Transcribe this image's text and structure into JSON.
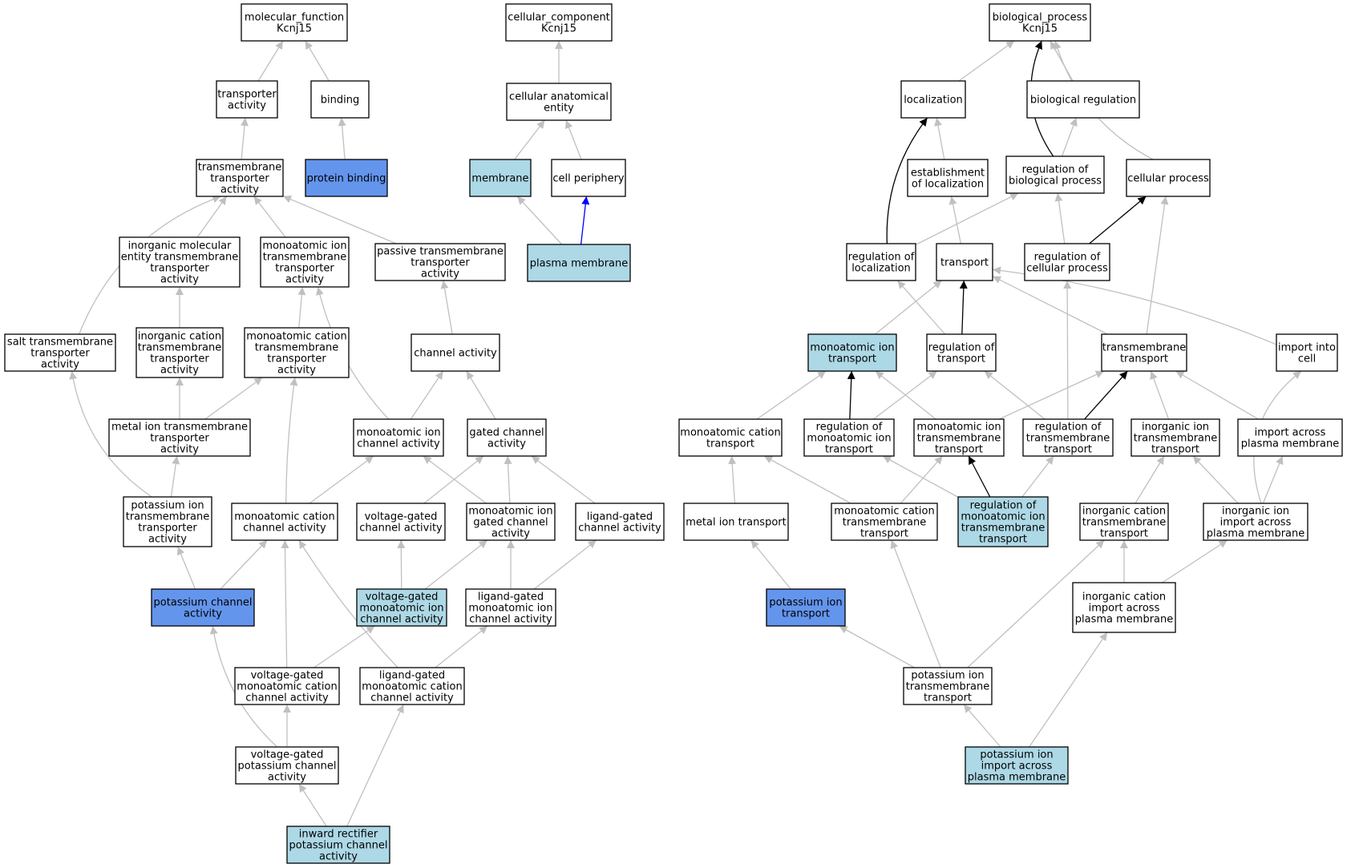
{
  "colors": {
    "white": "#ffffff",
    "light": "#add8e6",
    "dark": "#6495ed",
    "edge_gray": "#c0c0c0",
    "edge_black": "#000000",
    "edge_blue": "#0000ff"
  },
  "nodes": [
    {
      "id": "mf",
      "label": "molecular_function\nKcnj15",
      "fill": "white"
    },
    {
      "id": "cc",
      "label": "cellular_component\nKcnj15",
      "fill": "white"
    },
    {
      "id": "bp",
      "label": "biological_process\nKcnj15",
      "fill": "white"
    },
    {
      "id": "ta",
      "label": "transporter\nactivity",
      "fill": "white"
    },
    {
      "id": "bind",
      "label": "binding",
      "fill": "white"
    },
    {
      "id": "cae",
      "label": "cellular anatomical\nentity",
      "fill": "white"
    },
    {
      "id": "loc",
      "label": "localization",
      "fill": "white"
    },
    {
      "id": "breg",
      "label": "biological regulation",
      "fill": "white"
    },
    {
      "id": "tta",
      "label": "transmembrane\ntransporter\nactivity",
      "fill": "white"
    },
    {
      "id": "pb",
      "label": "protein binding",
      "fill": "dark"
    },
    {
      "id": "mem",
      "label": "membrane",
      "fill": "light"
    },
    {
      "id": "cp",
      "label": "cell periphery",
      "fill": "white"
    },
    {
      "id": "eloc",
      "label": "establishment\nof localization",
      "fill": "white"
    },
    {
      "id": "rbp",
      "label": "regulation of\nbiological process",
      "fill": "white"
    },
    {
      "id": "cproc",
      "label": "cellular process",
      "fill": "white"
    },
    {
      "id": "imetta",
      "label": "inorganic molecular\nentity transmembrane\ntransporter\nactivity",
      "fill": "white"
    },
    {
      "id": "mitta",
      "label": "monoatomic ion\ntransmembrane\ntransporter\nactivity",
      "fill": "white"
    },
    {
      "id": "ptta",
      "label": "passive transmembrane\ntransporter\nactivity",
      "fill": "white"
    },
    {
      "id": "pm",
      "label": "plasma membrane",
      "fill": "light"
    },
    {
      "id": "rloc",
      "label": "regulation of\nlocalization",
      "fill": "white"
    },
    {
      "id": "trans",
      "label": "transport",
      "fill": "white"
    },
    {
      "id": "rcp",
      "label": "regulation of\ncellular process",
      "fill": "white"
    },
    {
      "id": "stta",
      "label": "salt transmembrane\ntransporter\nactivity",
      "fill": "white"
    },
    {
      "id": "ictta",
      "label": "inorganic cation\ntransmembrane\ntransporter\nactivity",
      "fill": "white"
    },
    {
      "id": "mctta",
      "label": "monoatomic cation\ntransmembrane\ntransporter\nactivity",
      "fill": "white"
    },
    {
      "id": "chact",
      "label": "channel activity",
      "fill": "white"
    },
    {
      "id": "mit",
      "label": "monoatomic ion\ntransport",
      "fill": "light"
    },
    {
      "id": "rt",
      "label": "regulation of\ntransport",
      "fill": "white"
    },
    {
      "id": "tmt",
      "label": "transmembrane\ntransport",
      "fill": "white"
    },
    {
      "id": "iic",
      "label": "import into\ncell",
      "fill": "white"
    },
    {
      "id": "mitta2",
      "label": "metal ion transmembrane\ntransporter\nactivity",
      "fill": "white"
    },
    {
      "id": "mica",
      "label": "monoatomic ion\nchannel activity",
      "fill": "white"
    },
    {
      "id": "gca",
      "label": "gated channel\nactivity",
      "fill": "white"
    },
    {
      "id": "mct",
      "label": "monoatomic cation\ntransport",
      "fill": "white"
    },
    {
      "id": "rmit",
      "label": "regulation of\nmonoatomic ion\ntransport",
      "fill": "white"
    },
    {
      "id": "mitt",
      "label": "monoatomic ion\ntransmembrane\ntransport",
      "fill": "white"
    },
    {
      "id": "rtt",
      "label": "regulation of\ntransmembrane\ntransport",
      "fill": "white"
    },
    {
      "id": "iitt",
      "label": "inorganic ion\ntransmembrane\ntransport",
      "fill": "white"
    },
    {
      "id": "iapm",
      "label": "import across\nplasma membrane",
      "fill": "white"
    },
    {
      "id": "pitta",
      "label": "potassium ion\ntransmembrane\ntransporter\nactivity",
      "fill": "white"
    },
    {
      "id": "mcca",
      "label": "monoatomic cation\nchannel activity",
      "fill": "white"
    },
    {
      "id": "vgca",
      "label": "voltage-gated\nchannel activity",
      "fill": "white"
    },
    {
      "id": "migca",
      "label": "monoatomic ion\ngated channel\nactivity",
      "fill": "white"
    },
    {
      "id": "lgca",
      "label": "ligand-gated\nchannel activity",
      "fill": "white"
    },
    {
      "id": "mit2",
      "label": "metal ion transport",
      "fill": "white"
    },
    {
      "id": "mctt",
      "label": "monoatomic cation\ntransmembrane\ntransport",
      "fill": "white"
    },
    {
      "id": "rmitt",
      "label": "regulation of\nmonoatomic ion\ntransmembrane\ntransport",
      "fill": "light"
    },
    {
      "id": "ictt",
      "label": "inorganic cation\ntransmembrane\ntransport",
      "fill": "white"
    },
    {
      "id": "iiapm",
      "label": "inorganic ion\nimport across\nplasma membrane",
      "fill": "white"
    },
    {
      "id": "pca",
      "label": "potassium channel\nactivity",
      "fill": "dark"
    },
    {
      "id": "vgmica",
      "label": "voltage-gated\nmonoatomic ion\nchannel activity",
      "fill": "light"
    },
    {
      "id": "lgmica",
      "label": "ligand-gated\nmonoatomic ion\nchannel activity",
      "fill": "white"
    },
    {
      "id": "pit",
      "label": "potassium ion\ntransport",
      "fill": "dark"
    },
    {
      "id": "iciapm",
      "label": "inorganic cation\nimport across\nplasma membrane",
      "fill": "white"
    },
    {
      "id": "vgmcca",
      "label": "voltage-gated\nmonoatomic cation\nchannel activity",
      "fill": "white"
    },
    {
      "id": "lgmcca",
      "label": "ligand-gated\nmonoatomic cation\nchannel activity",
      "fill": "white"
    },
    {
      "id": "pitt",
      "label": "potassium ion\ntransmembrane\ntransport",
      "fill": "white"
    },
    {
      "id": "vgpca",
      "label": "voltage-gated\npotassium channel\nactivity",
      "fill": "white"
    },
    {
      "id": "piiapm",
      "label": "potassium ion\nimport across\nplasma membrane",
      "fill": "light"
    },
    {
      "id": "irpca",
      "label": "inward rectifier\npotassium channel\nactivity",
      "fill": "light"
    }
  ],
  "edges": [
    {
      "from": "ta",
      "to": "mf",
      "color": "edge_gray"
    },
    {
      "from": "bind",
      "to": "mf",
      "color": "edge_gray"
    },
    {
      "from": "tta",
      "to": "ta",
      "color": "edge_gray"
    },
    {
      "from": "pb",
      "to": "bind",
      "color": "edge_gray"
    },
    {
      "from": "imetta",
      "to": "tta",
      "color": "edge_gray"
    },
    {
      "from": "mitta",
      "to": "tta",
      "color": "edge_gray"
    },
    {
      "from": "ptta",
      "to": "tta",
      "color": "edge_gray"
    },
    {
      "from": "stta",
      "to": "tta",
      "color": "edge_gray"
    },
    {
      "from": "ictta",
      "to": "imetta",
      "color": "edge_gray"
    },
    {
      "from": "mctta",
      "to": "mitta",
      "color": "edge_gray"
    },
    {
      "from": "mica",
      "to": "mitta",
      "color": "edge_gray"
    },
    {
      "from": "chact",
      "to": "ptta",
      "color": "edge_gray"
    },
    {
      "from": "mitta2",
      "to": "ictta",
      "color": "edge_gray"
    },
    {
      "from": "mitta2",
      "to": "mctta",
      "color": "edge_gray"
    },
    {
      "from": "mica",
      "to": "chact",
      "color": "edge_gray"
    },
    {
      "from": "gca",
      "to": "chact",
      "color": "edge_gray"
    },
    {
      "from": "pitta",
      "to": "mitta2",
      "color": "edge_gray"
    },
    {
      "from": "pitta",
      "to": "stta",
      "color": "edge_gray"
    },
    {
      "from": "mcca",
      "to": "mctta",
      "color": "edge_gray"
    },
    {
      "from": "mcca",
      "to": "mica",
      "color": "edge_gray"
    },
    {
      "from": "vgca",
      "to": "gca",
      "color": "edge_gray"
    },
    {
      "from": "migca",
      "to": "gca",
      "color": "edge_gray"
    },
    {
      "from": "migca",
      "to": "mica",
      "color": "edge_gray"
    },
    {
      "from": "lgca",
      "to": "gca",
      "color": "edge_gray"
    },
    {
      "from": "pca",
      "to": "pitta",
      "color": "edge_gray"
    },
    {
      "from": "pca",
      "to": "mcca",
      "color": "edge_gray"
    },
    {
      "from": "vgmica",
      "to": "vgca",
      "color": "edge_gray"
    },
    {
      "from": "vgmica",
      "to": "migca",
      "color": "edge_gray"
    },
    {
      "from": "lgmica",
      "to": "migca",
      "color": "edge_gray"
    },
    {
      "from": "lgmica",
      "to": "lgca",
      "color": "edge_gray"
    },
    {
      "from": "vgmcca",
      "to": "mcca",
      "color": "edge_gray"
    },
    {
      "from": "vgmcca",
      "to": "vgmica",
      "color": "edge_gray"
    },
    {
      "from": "lgmcca",
      "to": "mcca",
      "color": "edge_gray"
    },
    {
      "from": "lgmcca",
      "to": "lgmica",
      "color": "edge_gray"
    },
    {
      "from": "vgpca",
      "to": "pca",
      "color": "edge_gray"
    },
    {
      "from": "vgpca",
      "to": "vgmcca",
      "color": "edge_gray"
    },
    {
      "from": "irpca",
      "to": "vgpca",
      "color": "edge_gray"
    },
    {
      "from": "irpca",
      "to": "lgmcca",
      "color": "edge_gray"
    },
    {
      "from": "cae",
      "to": "cc",
      "color": "edge_gray"
    },
    {
      "from": "mem",
      "to": "cae",
      "color": "edge_gray"
    },
    {
      "from": "cp",
      "to": "cae",
      "color": "edge_gray"
    },
    {
      "from": "pm",
      "to": "mem",
      "color": "edge_gray"
    },
    {
      "from": "pm",
      "to": "cp",
      "color": "edge_blue"
    },
    {
      "from": "loc",
      "to": "bp",
      "color": "edge_gray"
    },
    {
      "from": "breg",
      "to": "bp",
      "color": "edge_gray"
    },
    {
      "from": "cproc",
      "to": "bp",
      "color": "edge_gray"
    },
    {
      "from": "rbp",
      "to": "bp",
      "color": "edge_black"
    },
    {
      "from": "eloc",
      "to": "loc",
      "color": "edge_gray"
    },
    {
      "from": "rbp",
      "to": "breg",
      "color": "edge_gray"
    },
    {
      "from": "rloc",
      "to": "loc",
      "color": "edge_black"
    },
    {
      "from": "rloc",
      "to": "rbp",
      "color": "edge_gray"
    },
    {
      "from": "trans",
      "to": "eloc",
      "color": "edge_gray"
    },
    {
      "from": "rcp",
      "to": "rbp",
      "color": "edge_gray"
    },
    {
      "from": "rcp",
      "to": "cproc",
      "color": "edge_black"
    },
    {
      "from": "mit",
      "to": "trans",
      "color": "edge_gray"
    },
    {
      "from": "rt",
      "to": "trans",
      "color": "edge_black"
    },
    {
      "from": "rt",
      "to": "rloc",
      "color": "edge_gray"
    },
    {
      "from": "tmt",
      "to": "trans",
      "color": "edge_gray"
    },
    {
      "from": "tmt",
      "to": "cproc",
      "color": "edge_gray"
    },
    {
      "from": "iic",
      "to": "trans",
      "color": "edge_gray"
    },
    {
      "from": "mct",
      "to": "mit",
      "color": "edge_gray"
    },
    {
      "from": "rmit",
      "to": "mit",
      "color": "edge_black"
    },
    {
      "from": "rmit",
      "to": "rt",
      "color": "edge_gray"
    },
    {
      "from": "mitt",
      "to": "mit",
      "color": "edge_gray"
    },
    {
      "from": "mitt",
      "to": "tmt",
      "color": "edge_gray"
    },
    {
      "from": "rtt",
      "to": "rt",
      "color": "edge_gray"
    },
    {
      "from": "rtt",
      "to": "tmt",
      "color": "edge_black"
    },
    {
      "from": "rtt",
      "to": "rcp",
      "color": "edge_gray"
    },
    {
      "from": "iitt",
      "to": "tmt",
      "color": "edge_gray"
    },
    {
      "from": "iapm",
      "to": "tmt",
      "color": "edge_gray"
    },
    {
      "from": "iiapm",
      "to": "iic",
      "color": "edge_gray"
    },
    {
      "from": "mit2",
      "to": "mct",
      "color": "edge_gray"
    },
    {
      "from": "mctt",
      "to": "mct",
      "color": "edge_gray"
    },
    {
      "from": "mctt",
      "to": "mitt",
      "color": "edge_gray"
    },
    {
      "from": "rmitt",
      "to": "rmit",
      "color": "edge_gray"
    },
    {
      "from": "rmitt",
      "to": "mitt",
      "color": "edge_black"
    },
    {
      "from": "rmitt",
      "to": "rtt",
      "color": "edge_gray"
    },
    {
      "from": "ictt",
      "to": "iitt",
      "color": "edge_gray"
    },
    {
      "from": "iiapm",
      "to": "iitt",
      "color": "edge_gray"
    },
    {
      "from": "iiapm",
      "to": "iapm",
      "color": "edge_gray"
    },
    {
      "from": "pit",
      "to": "mit2",
      "color": "edge_gray"
    },
    {
      "from": "iciapm",
      "to": "ictt",
      "color": "edge_gray"
    },
    {
      "from": "iciapm",
      "to": "iiapm",
      "color": "edge_gray"
    },
    {
      "from": "pitt",
      "to": "pit",
      "color": "edge_gray"
    },
    {
      "from": "pitt",
      "to": "mctt",
      "color": "edge_gray"
    },
    {
      "from": "pitt",
      "to": "ictt",
      "color": "edge_gray"
    },
    {
      "from": "piiapm",
      "to": "pitt",
      "color": "edge_gray"
    },
    {
      "from": "piiapm",
      "to": "iciapm",
      "color": "edge_gray"
    }
  ]
}
